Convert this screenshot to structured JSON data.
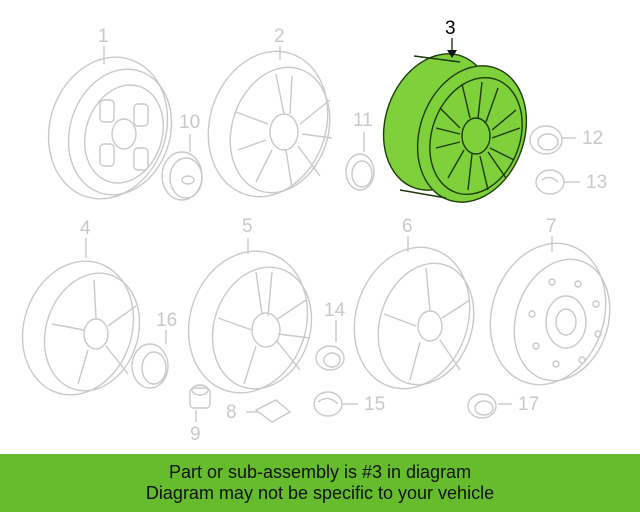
{
  "callouts": {
    "c1": "1",
    "c2": "2",
    "c3": "3",
    "c4": "4",
    "c5": "5",
    "c6": "6",
    "c7": "7",
    "c8": "8",
    "c9": "9",
    "c10": "10",
    "c11": "11",
    "c12": "12",
    "c13": "13",
    "c14": "14",
    "c15": "15",
    "c16": "16",
    "c17": "17"
  },
  "highlighted_part": "3",
  "highlight_color": "#7fd13b",
  "banner": {
    "line1": "Part or sub-assembly is #3 in diagram",
    "line2": "Diagram may not be specific to your vehicle",
    "background": "#65bd2e"
  }
}
